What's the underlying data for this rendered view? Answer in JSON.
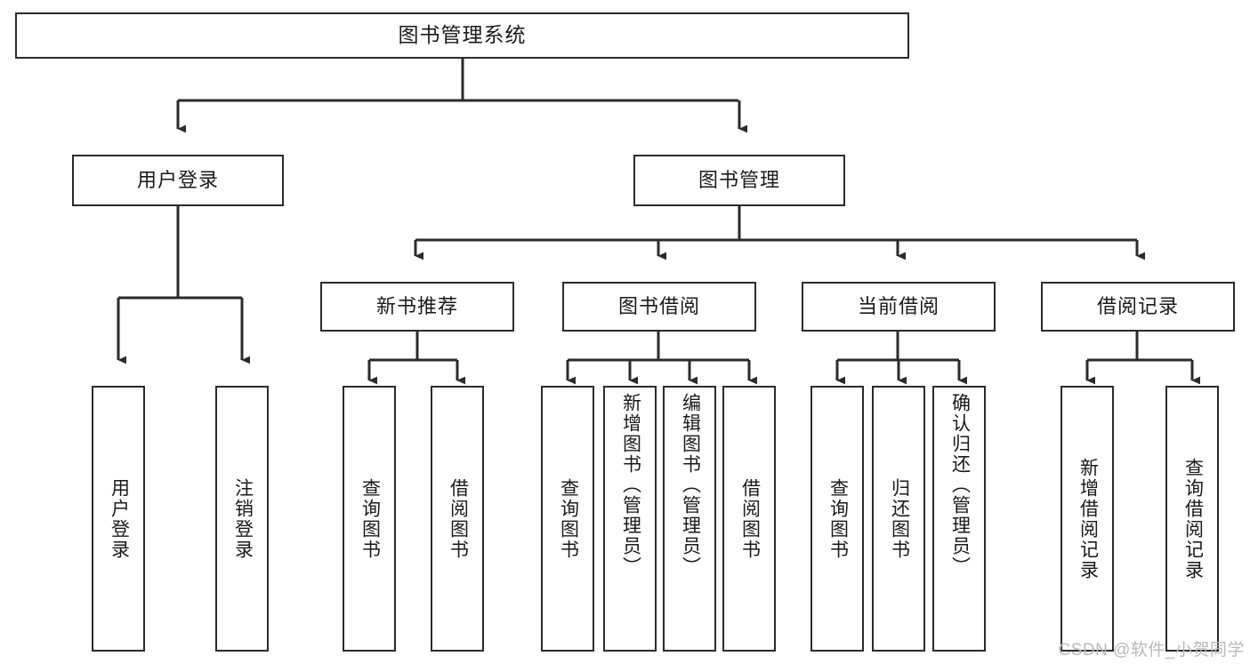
{
  "diagram": {
    "title": "图书管理系统",
    "type": "tree",
    "watermark": "CSDN @软件_小贺同学",
    "colors": {
      "stroke": "#2b2b2b",
      "fill": "#ffffff",
      "text": "#1a1a1a",
      "watermark": "#b9b9b9"
    },
    "root": {
      "id": "root",
      "label": "图书管理系统"
    },
    "level2": [
      {
        "id": "user-login",
        "label": "用户登录"
      },
      {
        "id": "book-manage",
        "label": "图书管理"
      }
    ],
    "level3": [
      {
        "id": "new-book-recommend",
        "label": "新书推荐",
        "parent": "book-manage"
      },
      {
        "id": "book-borrow",
        "label": "图书借阅",
        "parent": "book-manage"
      },
      {
        "id": "current-borrow",
        "label": "当前借阅",
        "parent": "book-manage"
      },
      {
        "id": "borrow-record",
        "label": "借阅记录",
        "parent": "book-manage"
      }
    ],
    "leaves": {
      "user_login": [
        {
          "id": "leaf-user-login",
          "label": "用户登录"
        },
        {
          "id": "leaf-logout",
          "label": "注销登录"
        }
      ],
      "new_book_recommend": [
        {
          "id": "leaf-query-book-1",
          "label": "查询图书"
        },
        {
          "id": "leaf-borrow-book-1",
          "label": "借阅图书"
        }
      ],
      "book_borrow": [
        {
          "id": "leaf-query-book-2",
          "label": "查询图书"
        },
        {
          "id": "leaf-add-book",
          "label": "新增图书（管理员）"
        },
        {
          "id": "leaf-edit-book",
          "label": "编辑图书（管理员）"
        },
        {
          "id": "leaf-borrow-book-2",
          "label": "借阅图书"
        }
      ],
      "current_borrow": [
        {
          "id": "leaf-query-book-3",
          "label": "查询图书"
        },
        {
          "id": "leaf-return-book",
          "label": "归还图书"
        },
        {
          "id": "leaf-confirm-return",
          "label": "确认归还（管理员）"
        }
      ],
      "borrow_record": [
        {
          "id": "leaf-add-record",
          "label": "新增借阅记录"
        },
        {
          "id": "leaf-query-record",
          "label": "查询借阅记录"
        }
      ]
    }
  }
}
